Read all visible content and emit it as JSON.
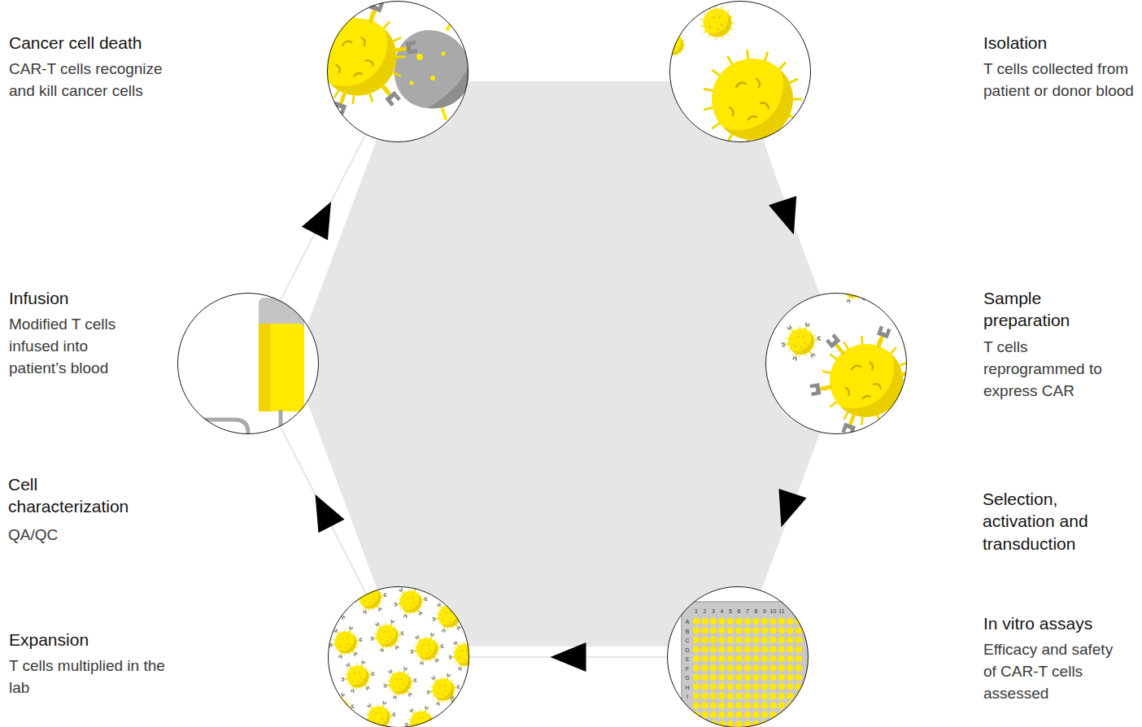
{
  "diagram": {
    "nodes": [
      {
        "text": [
          "Isolation",
          "T cells collected from patient or donor blood"
        ]
      },
      {
        "text": [
          "Sample preparation",
          "T cells reprogrammed to express CAR"
        ]
      },
      {
        "text": [
          "In vitro assays",
          "Efficacy and safety of CAR-T cells assessed"
        ]
      },
      {
        "text": [
          "Expansion",
          "T cells multiplied in the lab"
        ]
      },
      {
        "text": [
          "Infusion",
          "Modified T cells infused into patient’s blood"
        ]
      },
      {
        "text": [
          "Cancer cell death",
          "CAR-T cells recognize and kill cancer cells"
        ]
      }
    ],
    "edges": [
      {
        "from": 0,
        "to": 1,
        "arrow": "to"
      },
      {
        "from": 1,
        "to": 2,
        "arrow": "to"
      },
      {
        "from": 2,
        "to": 3,
        "arrow": "to"
      },
      {
        "from": 3,
        "to": 4,
        "arrow": "to"
      },
      {
        "from": 4,
        "to": 5,
        "arrow": "to"
      }
    ],
    "labels": [
      "1",
      "2",
      "3",
      "4",
      "5",
      "6",
      "7",
      "8",
      "9",
      "10",
      "11",
      "A",
      "B",
      "C",
      "D",
      "E",
      "F",
      "G",
      "H",
      "I",
      "Selection, activation and transduction",
      "Cell characterization",
      "QA/QC"
    ]
  }
}
